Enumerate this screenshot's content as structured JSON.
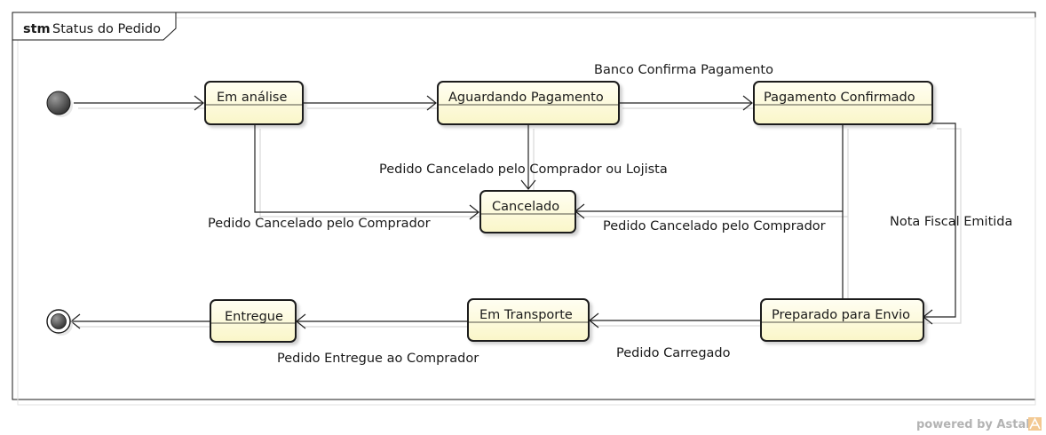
{
  "frame": {
    "keyword": "stm",
    "name": "Status do Pedido"
  },
  "states": {
    "em_analise": "Em análise",
    "aguardando": "Aguardando Pagamento",
    "confirmado": "Pagamento Confirmado",
    "cancelado": "Cancelado",
    "preparado": "Preparado para Envio",
    "transporte": "Em Transporte",
    "entregue": "Entregue"
  },
  "transitions": {
    "banco_confirma": "Banco Confirma Pagamento",
    "cancel_comprador_lojista": "Pedido Cancelado pelo Comprador ou Lojista",
    "cancel_comprador_left": "Pedido Cancelado pelo Comprador",
    "cancel_comprador_right": "Pedido Cancelado pelo Comprador",
    "nota_fiscal": "Nota Fiscal Emitida",
    "carregado": "Pedido Carregado",
    "entregue_comprador": "Pedido Entregue ao Comprador"
  },
  "watermark": {
    "text": "powered by Astah"
  },
  "colors": {
    "state_fill": "#fdfbd8",
    "state_stroke": "#1a1a1a",
    "line": "#222222"
  }
}
